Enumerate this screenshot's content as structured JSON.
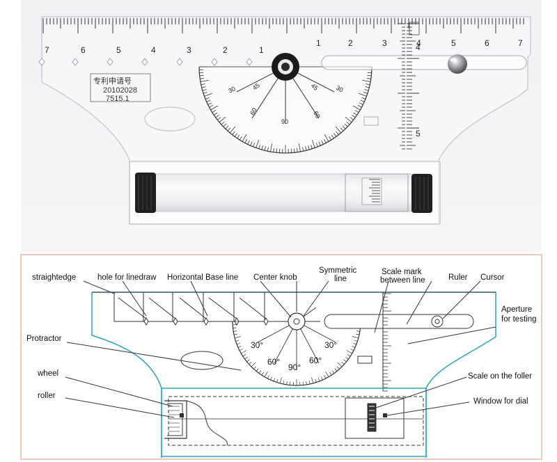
{
  "photo": {
    "ruler_numbers_left": [
      "7",
      "6",
      "5",
      "4",
      "3",
      "2",
      "1"
    ],
    "ruler_numbers_right": [
      "1",
      "2",
      "3",
      "4",
      "5",
      "6",
      "7"
    ],
    "vertical_scale_numbers": [
      "4",
      "5"
    ],
    "protractor_left": [
      "30",
      "45",
      "60"
    ],
    "protractor_right": [
      "45",
      "30",
      "60"
    ],
    "protractor_center": "90",
    "patent_text": "专利申请号",
    "patent_number_1": "20102028",
    "patent_number_2": "7515.1"
  },
  "diagram": {
    "labels": {
      "straightedge": "straightedge",
      "hole": "hole for linedraw",
      "baseline": "Horizontal Base line",
      "center_knob": "Center knob",
      "symmetric_1": "Symmetric",
      "symmetric_2": "line",
      "scale_mark_1": "Scale mark",
      "scale_mark_2": "between line",
      "ruler": "Ruler",
      "cursor": "Cursor",
      "aperture_1": "Aperture",
      "aperture_2": "for testing",
      "protractor": "Protractor",
      "wheel": "wheel",
      "roller": "roller",
      "scale_roller": "Scale on the foller",
      "window_dial": "Window for dial"
    },
    "angles": {
      "a30l": "30°",
      "a60l": "60°",
      "a90": "90°",
      "a60r": "60°",
      "a30r": "30°"
    }
  }
}
